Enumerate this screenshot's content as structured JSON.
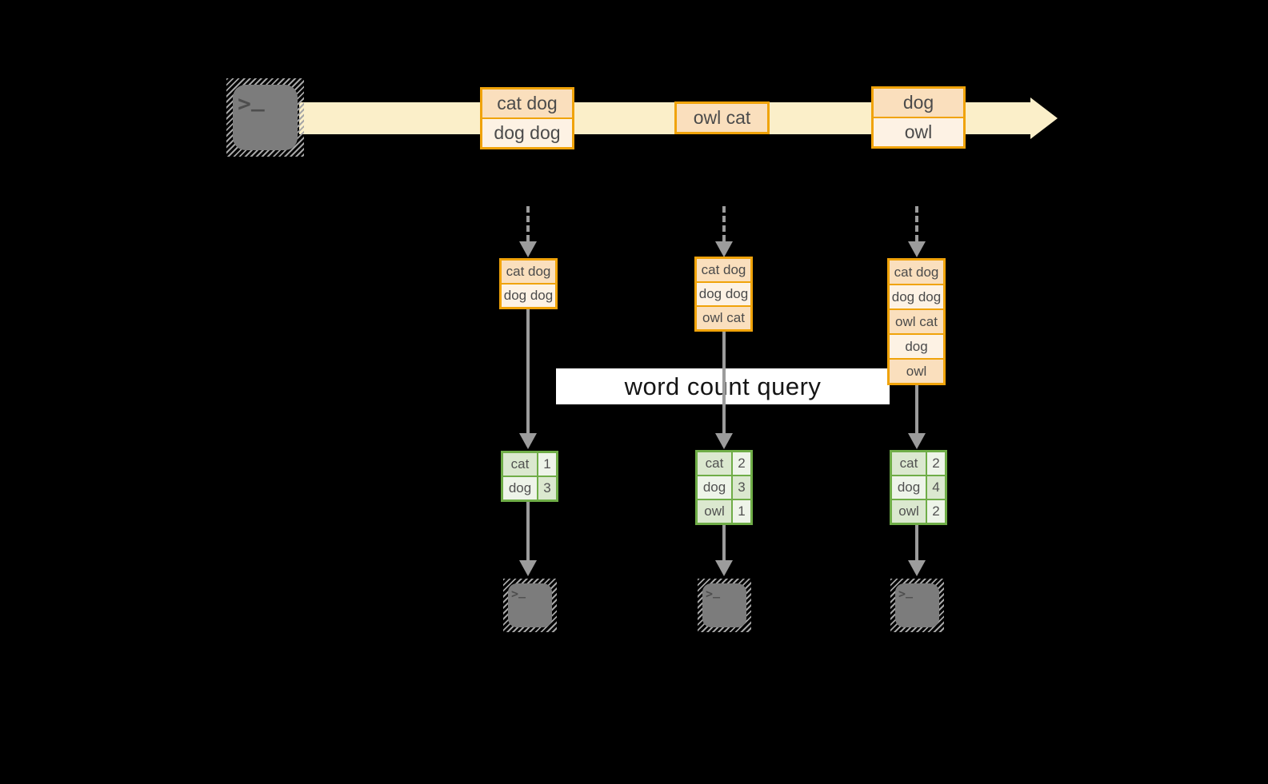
{
  "diagram": {
    "description_type": "streaming word count diagram",
    "query": {
      "label": "word count query"
    },
    "terminal_icon": {
      "prompt": ">",
      "cursor": "_"
    },
    "stream": {
      "batches": [
        {
          "lines": [
            "cat dog",
            "dog dog"
          ]
        },
        {
          "lines": [
            "owl cat"
          ]
        },
        {
          "lines": [
            "dog",
            "owl"
          ]
        }
      ]
    },
    "pipelines": [
      {
        "buffer": [
          "cat dog",
          "dog dog"
        ],
        "counts": [
          [
            "cat",
            "1"
          ],
          [
            "dog",
            "3"
          ]
        ]
      },
      {
        "buffer": [
          "cat dog",
          "dog dog",
          "owl cat"
        ],
        "counts": [
          [
            "cat",
            "2"
          ],
          [
            "dog",
            "3"
          ],
          [
            "owl",
            "1"
          ]
        ]
      },
      {
        "buffer": [
          "cat dog",
          "dog dog",
          "owl cat",
          "dog",
          "owl"
        ],
        "counts": [
          [
            "cat",
            "2"
          ],
          [
            "dog",
            "4"
          ],
          [
            "owl",
            "2"
          ]
        ]
      }
    ],
    "colors": {
      "background": "#000000",
      "stream_band": "#FBEFC9",
      "orange_stroke": "#F0A30A",
      "orange_fill_dark": "#FADFBD",
      "orange_fill_light": "#FDF2E4",
      "green_stroke": "#6FAD47",
      "green_fill_dark": "#DBE8CF",
      "green_fill_light": "#EEF4E9",
      "arrow_gray": "#9C9C9C",
      "terminal_gray": "#7C7C7C",
      "query_background": "#FFFFFF"
    }
  }
}
